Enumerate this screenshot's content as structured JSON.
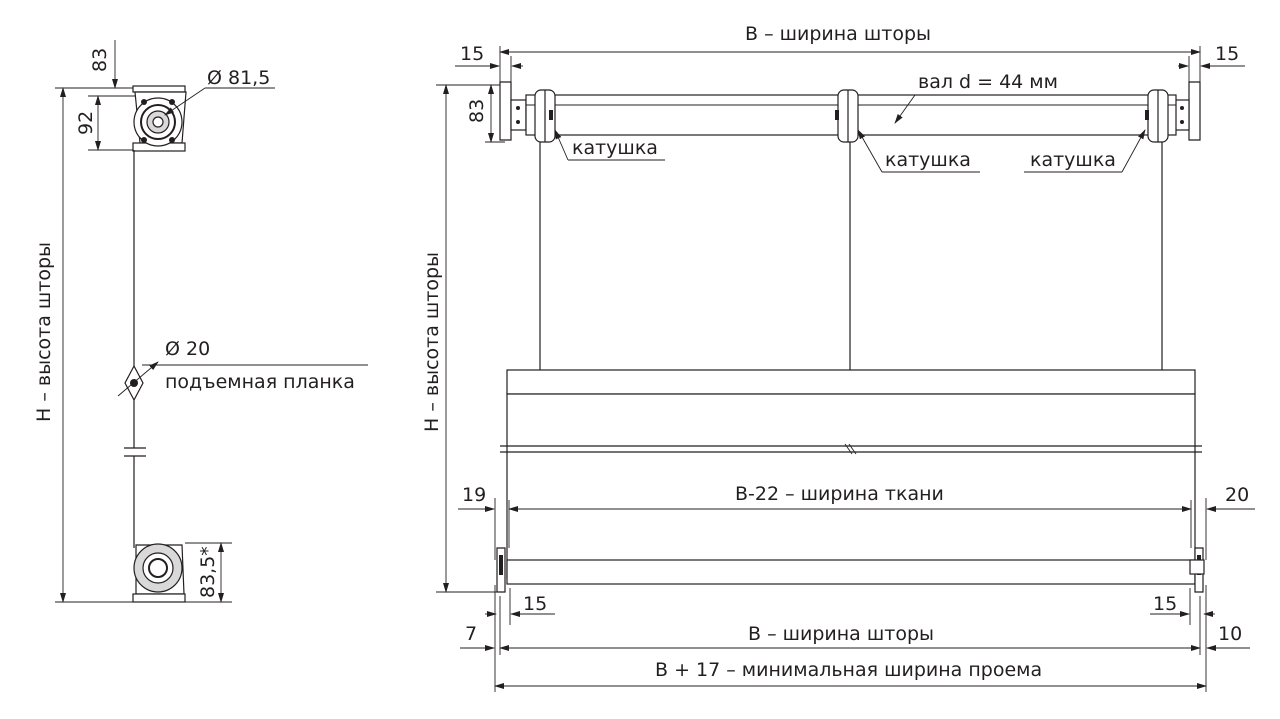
{
  "side_view": {
    "label_height": "H – высота шторы",
    "dim_83": "83",
    "dim_92": "92",
    "dim_diameter_815": "Ø 81,5",
    "dim_diameter_20": "Ø 20",
    "label_lifting_bar": "подъемная планка",
    "dim_835": "83,5*"
  },
  "front_view": {
    "label_width_top": "B – ширина шторы",
    "dim_15_left_top": "15",
    "dim_15_right_top": "15",
    "dim_83": "83",
    "label_shaft": "вал d = 44 мм",
    "label_reel_1": "катушка",
    "label_reel_2": "катушка",
    "label_reel_3": "катушка",
    "label_height": "H – высота шторы",
    "dim_19": "19",
    "label_fabric_width": "B-22 – ширина ткани",
    "dim_20": "20",
    "dim_15_left_bottom": "15",
    "dim_15_right_bottom": "15",
    "dim_7": "7",
    "label_width_bottom": "B – ширина шторы",
    "dim_10": "10",
    "label_min_opening": "B + 17 – минимальная ширина проема"
  }
}
